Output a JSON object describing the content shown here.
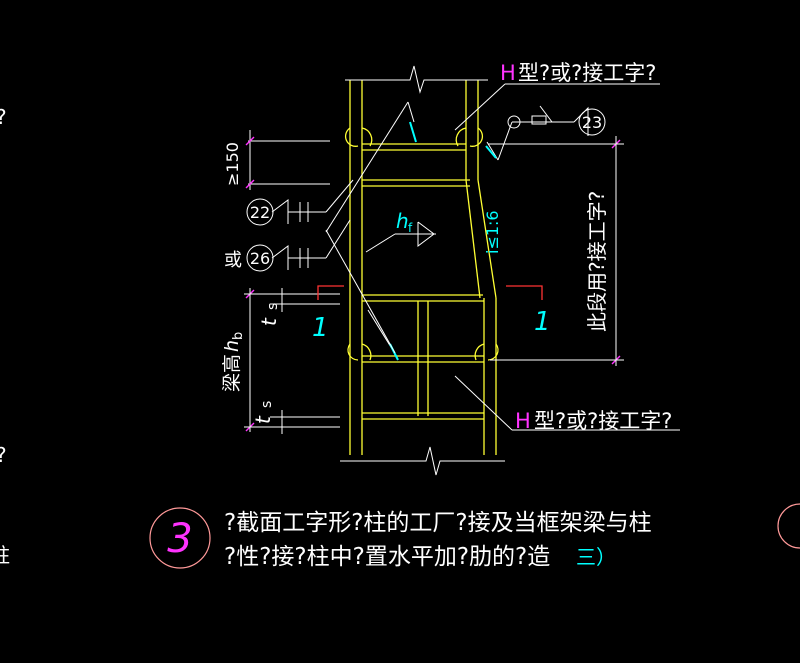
{
  "labels": {
    "h_section_top": "型?或?接工字?",
    "h_section_bottom": "型?或?接工字?",
    "h_letter": "H",
    "ge150": "≥150",
    "weld_22": "22",
    "weld_26": "26",
    "weld_23": "23",
    "or_label": "或",
    "hf_main": "h",
    "hf_sub": "f",
    "slope": "i≤1:6",
    "section_mark": "1",
    "ts": "t",
    "ts_sub": "s",
    "beam_height": "梁高",
    "beam_height_sym": "h",
    "beam_height_sub": "b",
    "right_vertical": "此段用?接工字?",
    "left_edge_1": "?",
    "left_edge_2": "?",
    "left_edge_3": "柱"
  },
  "caption": {
    "number": "3",
    "line1": "?截面工字形?柱的工厂?接及当框架梁与柱",
    "line2": "?性?接?柱中?置水平加?肋的?造",
    "line2_tail": "三）"
  },
  "colors": {
    "background": "#000000",
    "steel": "#ffff33",
    "text": "#ffffff",
    "cyan": "#00ffff",
    "magenta": "#ff33ff",
    "red": "#ff3333",
    "circle": "#ff9999"
  }
}
